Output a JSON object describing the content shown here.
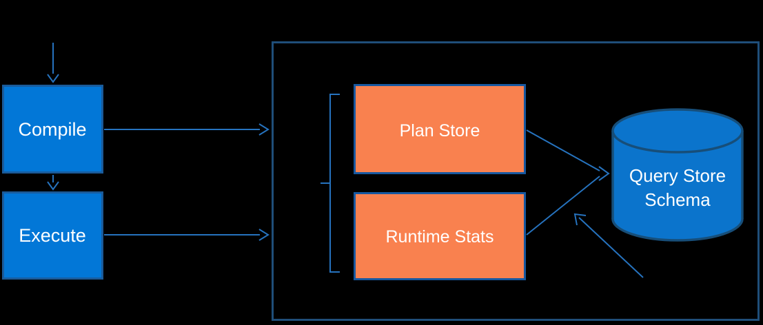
{
  "diagram": {
    "background": "#000000",
    "nodes": {
      "compile": {
        "label": "Compile"
      },
      "execute": {
        "label": "Execute"
      },
      "plan_store": {
        "label": "Plan Store"
      },
      "runtime_stats": {
        "label": "Runtime Stats"
      },
      "query_store_schema": {
        "label": "Query Store Schema",
        "line1": "Query Store",
        "line2": "Schema"
      }
    },
    "colors": {
      "background": "#000000",
      "blue_box_fill": "#0277D7",
      "blue_box_border": "#1A5B9B",
      "orange_fill": "#F9814F",
      "orange_border": "#1758A0",
      "container_border": "#1F4E79",
      "cylinder_fill": "#0B74CC",
      "cylinder_border": "#174E79",
      "arrow": "#2673BF",
      "text": "#FFFFFF"
    }
  }
}
